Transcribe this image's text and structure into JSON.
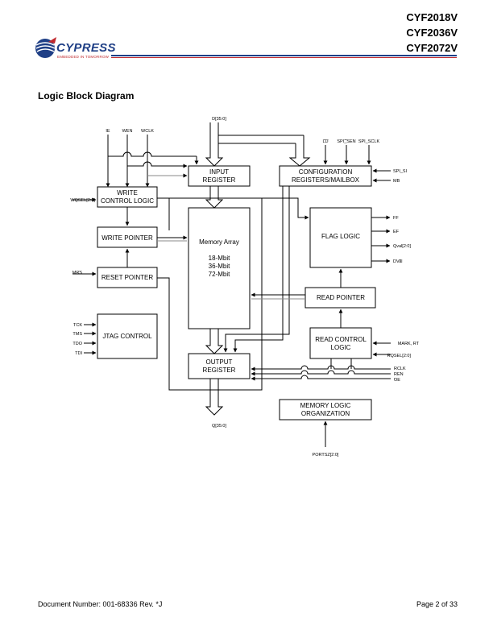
{
  "header": {
    "parts": [
      "CYF2018V",
      "CYF2036V",
      "CYF2072V"
    ],
    "logo_text": "CYPRESS",
    "logo_tagline": "EMBEDDED IN TOMORROW"
  },
  "section_title": "Logic Block Diagram",
  "diagram": {
    "blocks": {
      "input_register": [
        "INPUT",
        "REGISTER"
      ],
      "config_registers": [
        "CONFIGURATION",
        "REGISTERS/MAILBOX"
      ],
      "write_control": [
        "WRITE",
        "CONTROL LOGIC"
      ],
      "write_pointer": [
        "WRITE POINTER"
      ],
      "reset_pointer": [
        "RESET POINTER"
      ],
      "jtag_control": [
        "JTAG CONTROL"
      ],
      "memory_array": [
        "Memory Array",
        "",
        "18-Mbit",
        "36-Mbit",
        "72-Mbit"
      ],
      "flag_logic": [
        "FLAG LOGIC"
      ],
      "read_pointer": [
        "READ POINTER"
      ],
      "read_control": [
        "READ CONTROL",
        "LOGIC"
      ],
      "output_register": [
        "OUTPUT",
        "REGISTER"
      ],
      "memory_logic_org": [
        "MEMORY LOGIC",
        "ORGANIZATION"
      ]
    },
    "signals": {
      "d_bus": "D[35:0]",
      "q_bus": "Q[35:0]",
      "ie": "IE",
      "wen": "WEN",
      "wclk": "WCLK",
      "ld": "LD",
      "spi_sen": "SPI_SEN",
      "spi_sclk": "SPI_SCLK",
      "spi_si": "SPI_SI",
      "mb": "MB",
      "wqsel": "WQSEL[2:0]",
      "mrs": "MRS",
      "tck": "TCK",
      "tms": "TMS",
      "tdo": "TDO",
      "tdi": "TDI",
      "ff": "FF",
      "ef": "EF",
      "qval": "Qval[2:0]",
      "dval": "DVal",
      "mark_rt": "MARK, RT",
      "rqsel": "RQSEL[2:0]",
      "rclk": "RCLK",
      "ren": "REN",
      "oe": "OE",
      "portsz": "PORTSZ[2:0]"
    }
  },
  "footer": {
    "doc_number": "Document Number: 001-68336 Rev. *J",
    "page": "Page 2 of 33"
  }
}
